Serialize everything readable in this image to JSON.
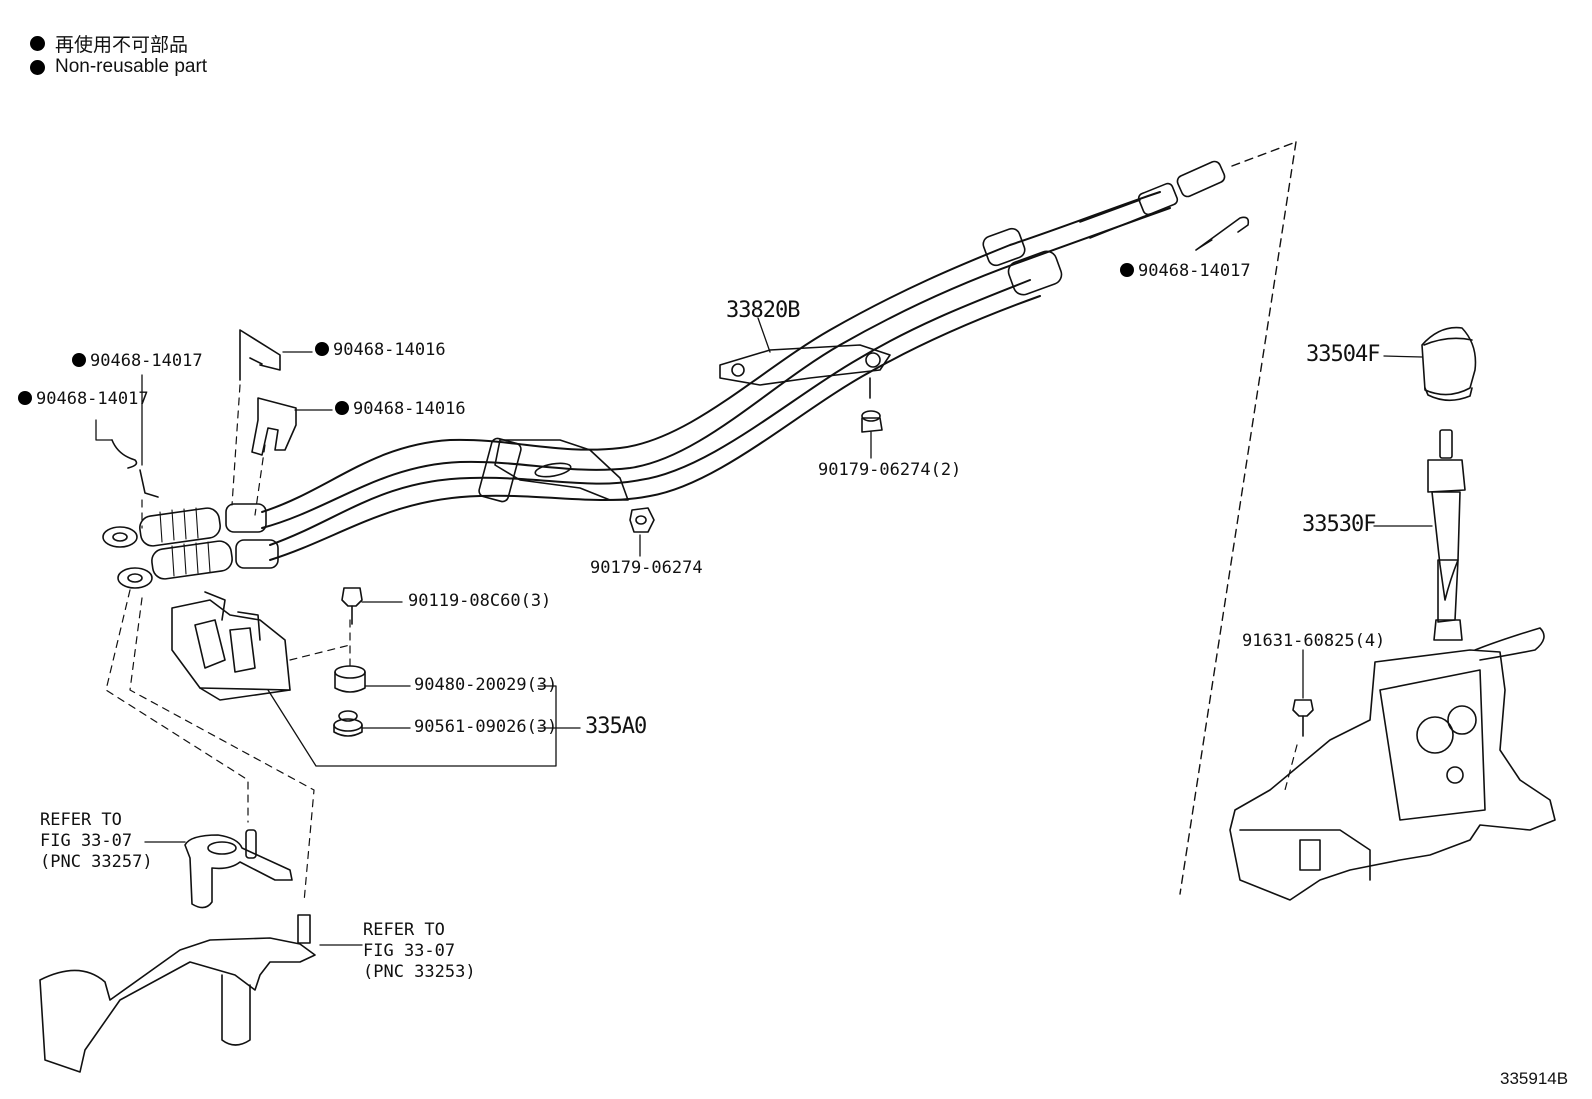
{
  "legend": {
    "line_ja": "再使用不可部品",
    "line_en": "Non-reusable part"
  },
  "labels": {
    "p33820B": "33820B",
    "p33504F": "33504F",
    "p33530F": "33530F",
    "p335A0": "335A0",
    "p90468_14017_top": "90468-14017",
    "p90468_14017_left_a": "90468-14017",
    "p90468_14017_left_b": "90468-14017",
    "p90468_14016_a": "90468-14016",
    "p90468_14016_b": "90468-14016",
    "p90179_06274_2": "90179-06274(2)",
    "p90179_06274": "90179-06274",
    "p90119_08C60_3": "90119-08C60(3)",
    "p90480_20029_3": "90480-20029(3)",
    "p90561_09026_3": "90561-09026(3)",
    "p91631_60825_4": "91631-60825(4)"
  },
  "refs": {
    "ref1": "REFER TO\nFIG 33-07\n(PNC 33257)",
    "ref2": "REFER TO\nFIG 33-07\n(PNC 33253)"
  },
  "figure_id": "335914B"
}
